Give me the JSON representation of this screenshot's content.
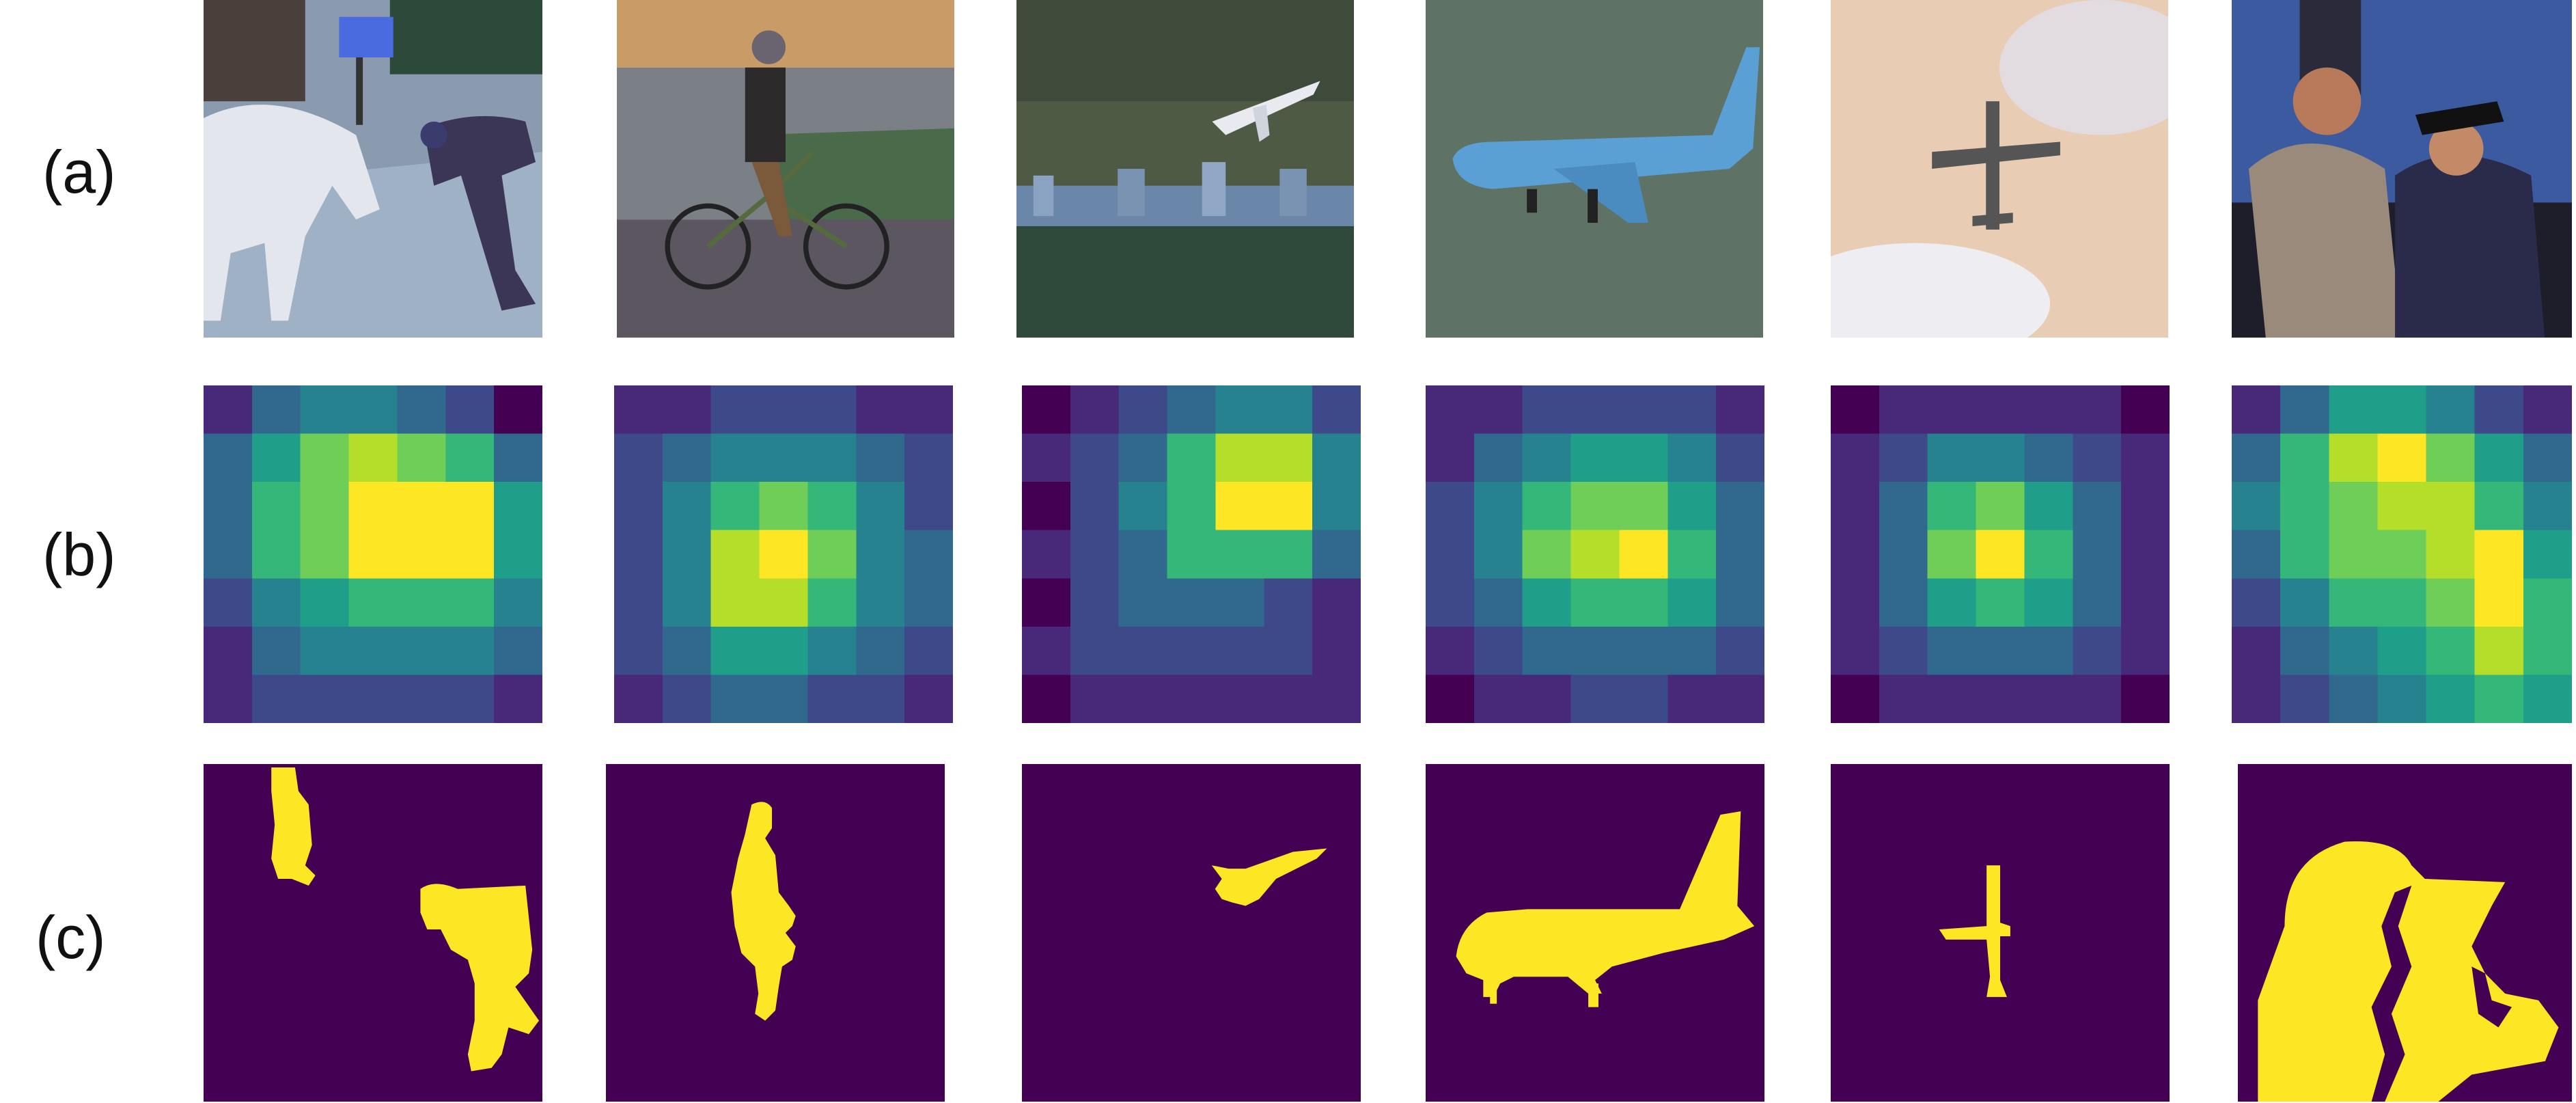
{
  "labels": {
    "a": "(a)",
    "b": "(b)",
    "c": "(c)"
  },
  "colors": {
    "mask_bg": "#440154",
    "mask_fg": "#fde725",
    "viridis": [
      "#440154",
      "#482878",
      "#3e4989",
      "#31688e",
      "#26828e",
      "#1f9e89",
      "#35b779",
      "#6ece58",
      "#b5de2b",
      "#fde725"
    ]
  },
  "columns": [
    {
      "photo": "cow-and-person-on-roadside",
      "heat": [
        [
          1,
          3,
          4,
          4,
          3,
          2,
          0
        ],
        [
          3,
          5,
          7,
          8,
          7,
          6,
          3
        ],
        [
          3,
          6,
          7,
          9,
          9,
          9,
          5
        ],
        [
          3,
          6,
          7,
          9,
          9,
          9,
          5
        ],
        [
          2,
          4,
          5,
          6,
          6,
          6,
          4
        ],
        [
          1,
          3,
          4,
          4,
          4,
          4,
          3
        ],
        [
          1,
          2,
          2,
          2,
          2,
          2,
          1
        ]
      ]
    },
    {
      "photo": "person-riding-bicycle",
      "heat": [
        [
          1,
          1,
          2,
          2,
          2,
          1,
          1
        ],
        [
          2,
          3,
          4,
          4,
          4,
          3,
          2
        ],
        [
          2,
          4,
          6,
          7,
          6,
          4,
          2
        ],
        [
          2,
          4,
          8,
          9,
          7,
          4,
          3
        ],
        [
          2,
          4,
          8,
          8,
          6,
          4,
          3
        ],
        [
          2,
          3,
          5,
          5,
          4,
          3,
          2
        ],
        [
          1,
          2,
          3,
          3,
          2,
          2,
          1
        ]
      ]
    },
    {
      "photo": "small-jet-over-city",
      "heat": [
        [
          0,
          1,
          2,
          3,
          4,
          4,
          2
        ],
        [
          1,
          2,
          3,
          6,
          8,
          8,
          4
        ],
        [
          0,
          2,
          4,
          6,
          9,
          9,
          4
        ],
        [
          1,
          2,
          3,
          6,
          6,
          6,
          3
        ],
        [
          0,
          2,
          3,
          3,
          3,
          2,
          1
        ],
        [
          1,
          2,
          2,
          2,
          2,
          2,
          1
        ],
        [
          0,
          1,
          1,
          1,
          1,
          1,
          1
        ]
      ]
    },
    {
      "photo": "air-france-airliner",
      "heat": [
        [
          1,
          1,
          2,
          2,
          2,
          2,
          1
        ],
        [
          1,
          3,
          4,
          5,
          5,
          4,
          2
        ],
        [
          2,
          4,
          6,
          7,
          7,
          5,
          3
        ],
        [
          2,
          4,
          7,
          8,
          9,
          6,
          3
        ],
        [
          2,
          3,
          5,
          6,
          6,
          5,
          3
        ],
        [
          1,
          2,
          3,
          3,
          3,
          3,
          2
        ],
        [
          0,
          1,
          1,
          2,
          2,
          1,
          1
        ]
      ]
    },
    {
      "photo": "propeller-plane-in-clouds",
      "heat": [
        [
          0,
          1,
          1,
          1,
          1,
          1,
          0
        ],
        [
          1,
          2,
          4,
          4,
          3,
          2,
          1
        ],
        [
          1,
          3,
          6,
          7,
          5,
          3,
          1
        ],
        [
          1,
          3,
          7,
          9,
          6,
          3,
          1
        ],
        [
          1,
          3,
          5,
          6,
          5,
          3,
          1
        ],
        [
          1,
          2,
          3,
          3,
          3,
          2,
          1
        ],
        [
          0,
          1,
          1,
          1,
          1,
          1,
          0
        ]
      ]
    },
    {
      "photo": "graduate-with-woman",
      "heat": [
        [
          1,
          3,
          5,
          5,
          4,
          2,
          1
        ],
        [
          3,
          6,
          8,
          9,
          7,
          5,
          3
        ],
        [
          4,
          6,
          7,
          8,
          8,
          6,
          4
        ],
        [
          3,
          6,
          7,
          7,
          8,
          9,
          5
        ],
        [
          2,
          4,
          6,
          6,
          7,
          9,
          6
        ],
        [
          1,
          3,
          4,
          5,
          6,
          8,
          6
        ],
        [
          1,
          2,
          3,
          4,
          5,
          6,
          5
        ]
      ]
    }
  ]
}
